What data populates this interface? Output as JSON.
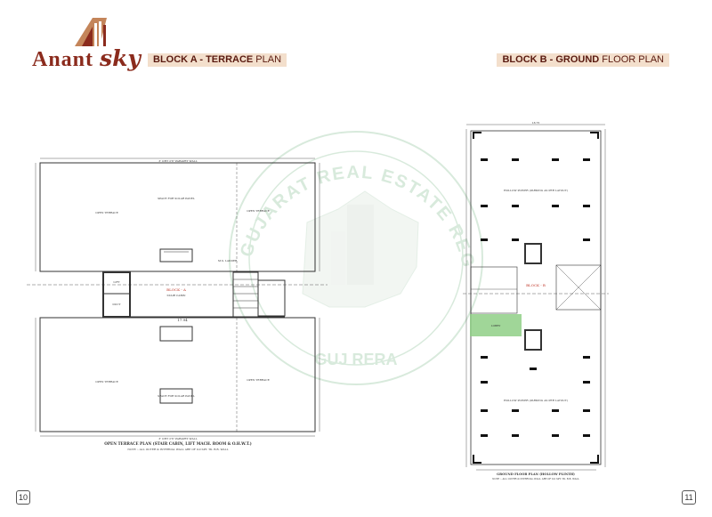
{
  "brand": {
    "name_part1": "Anant",
    "name_part2": "sky"
  },
  "left_page": {
    "header_bold": "BLOCK A - TERRACE",
    "header_rest": " PLAN",
    "page_number": "10",
    "plan": {
      "top_wall_note": "3' OHT 2'6\" PARAPET WALL",
      "bottom_wall_note": "3' OHT 2'6\" PARAPET WALL",
      "open_terrace_left_top": "OPEN TERRACE",
      "open_terrace_right_top": "OPEN TERRACE",
      "solar_space_top": "SPACE FOR SOLAR PANEL",
      "open_terrace_left_bottom": "OPEN TERRACE",
      "open_terrace_right_bottom": "OPEN TERRACE",
      "solar_space_bottom": "SPACE FOR SOLAR PANEL",
      "block_label": "BLOCK - A",
      "stair_cabin": "STAIR CABIN",
      "lift_room": "LIFT",
      "ms_ladder": "M.S. LADDER",
      "width_dimension": "17.94",
      "duct": "DUCT",
      "title": "OPEN TERRACE PLAN (STAIR CABIN, LIFT MACH. ROOM & O.H.W.T.)",
      "note": "NOTE :- ALL OUTER & INTERNAL WALL ARE OF 9.0 SPT. TK. B.B. WALL"
    }
  },
  "right_page": {
    "header_bold": "BLOCK B - GROUND",
    "header_rest": " FLOOR PLAN",
    "page_number": "11",
    "plan": {
      "top_dimension": "18.75",
      "hollow_power_top": "HOLLOW POWER (PARKING AS PER LAYOUT)",
      "hollow_power_bottom": "HOLLOW POWER (PARKING AS PER LAYOUT)",
      "block_label": "BLOCK - B",
      "green_area": "LOBBY",
      "title": "GROUND FLOOR PLAN (HOLLOW PLINTH)",
      "note": "NOTE :- ALL OUTER & INTERNAL WALL ARE OF 9.0 SPT. TK. B.B. WALL"
    }
  },
  "watermark": {
    "ring_text": "GUJARAT REAL ESTATE REGULATORY AUTHORITY",
    "bottom_text": "GUJ RERA"
  },
  "colors": {
    "brand": "#8b2b1d",
    "header_bg": "#f3dfcc",
    "watermark": "#b9d9c0",
    "lobby": "#8fcf86"
  }
}
